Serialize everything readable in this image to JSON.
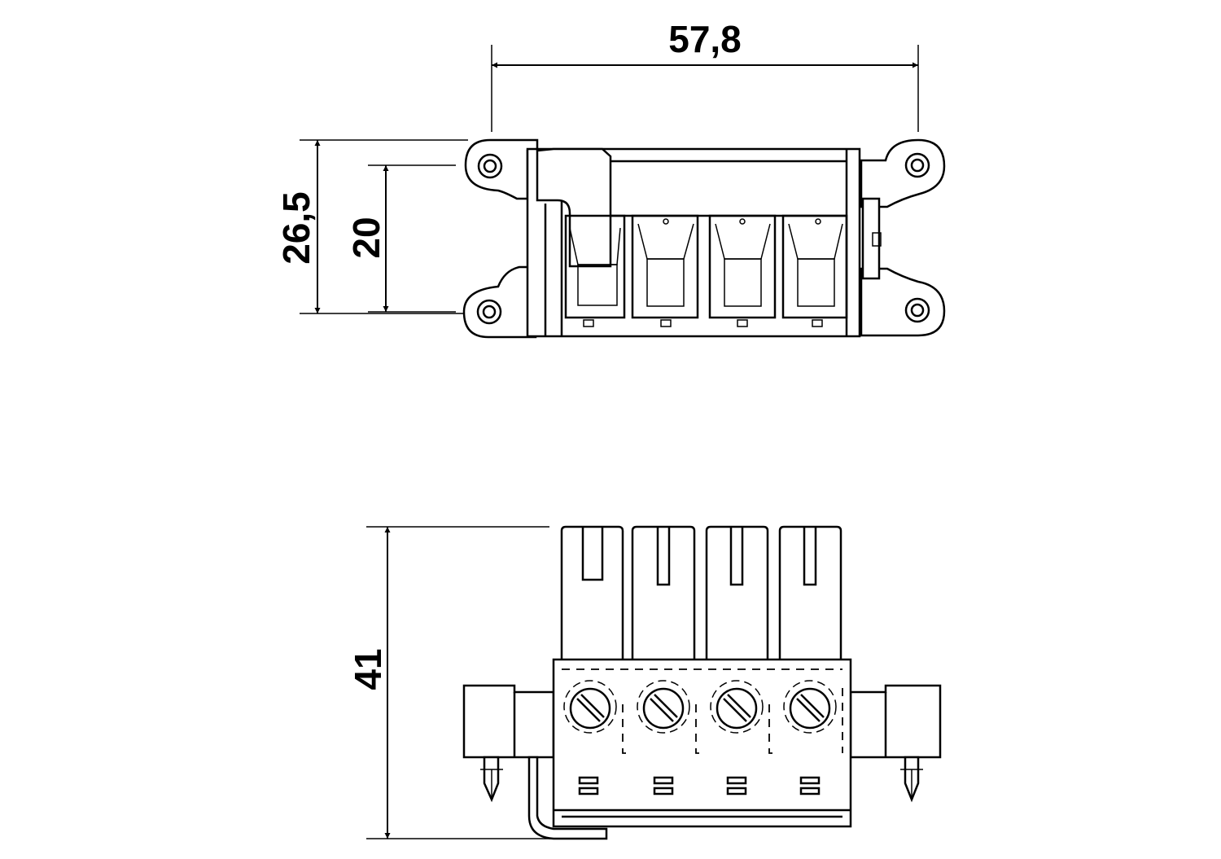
{
  "dimensions": {
    "width_top": "57,8",
    "height_outer": "26,5",
    "height_inner": "20",
    "height_front": "41"
  },
  "colors": {
    "line": "#000000",
    "background": "#ffffff"
  }
}
